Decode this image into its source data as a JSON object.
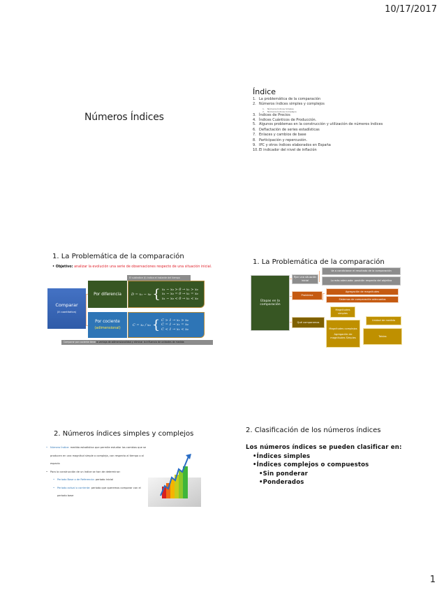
{
  "header": {
    "date": "10/17/2017"
  },
  "footer": {
    "page_number": "1"
  },
  "slide1": {
    "title": "Números Índices"
  },
  "slide2": {
    "title": "Índice",
    "items": [
      {
        "n": "1.",
        "text": "La problemática de la comparación"
      },
      {
        "n": "2.",
        "text": "Números índices simples y complejos"
      },
      {
        "n": "3.",
        "text": "Índices de Precios"
      },
      {
        "n": "4.",
        "text": "Índices Cuánticos de Producción."
      },
      {
        "n": "5.",
        "text": "Algunos problemas en la construcción y utilización de números índices"
      },
      {
        "n": "6.",
        "text": "Deflactación de series estadísticas"
      },
      {
        "n": "7.",
        "text": "Enlaces y cambios de base"
      },
      {
        "n": "8.",
        "text": "Participación y repercusión."
      },
      {
        "n": "9.",
        "text": "IPC y otros índices elaborados en España"
      },
      {
        "n": "10.",
        "text": "El indicador del nivel de inflación"
      }
    ],
    "subitems": [
      {
        "n": "1.",
        "text": "Números Índices Simples"
      },
      {
        "n": "2.",
        "text": "Números Índices Complejos"
      }
    ]
  },
  "slide3": {
    "title": "1. La Problemática de la comparación",
    "objective_label": "• Objetivo: ",
    "objective_text": "analizar la evolución una serie de observaciones respecto de una situación inicial.",
    "note": "El subíndice (t) indica el instante del tiempo",
    "comparar": "Comparar",
    "comparar_sub": "(X cuantitativa)",
    "por_diferencia": "Por diferencia",
    "por_cociente": "Por cociente",
    "adimensional": "(adimensional)",
    "formula_D_lhs": "D = x₁ − x₀",
    "formula_D_cases": [
      "x₁ − x₀ > 0 → x₁ > x₀",
      "x₁ − x₀ = 0 → x₁ = x₀",
      "x₁ − x₀ < 0 → x₁ < x₀"
    ],
    "formula_C_lhs": "C = x₁ / x₀",
    "formula_C_cases": [
      "C > 1 → x₁ > x₀",
      "C = 1 → x₁ = x₀",
      "C < 1 → x₁ < x₀"
    ],
    "footer_grey": "Comparar por cociente tiene",
    "footer_dark": "la ventaja de adimensionalidad y eliminar la influencia de unidades de medida"
  },
  "slide4": {
    "title": "1. La Problemática de la comparación",
    "root": "Etapas en la comparación",
    "fijar": "Fijar una situación inicial",
    "fijar_children": [
      "Va a condicionar el resultado de la comparación",
      "Lo más adecuado: posición respecto del objetivo"
    ],
    "problema": "Problema",
    "problema_children": [
      "Agregación de magnitudes",
      "Sistemas de comparación adecuados"
    ],
    "que_comparamos": "Qué comparamos",
    "magnitudes_simples": "Magnitudes simples",
    "magnitudes_complejas": "Magnitudes complejas",
    "agregacion": "Agregación de magnitudes Simples",
    "unidad": "Unidad de medida",
    "tablas": "Tablas"
  },
  "slide5": {
    "title": "2. Números índices simples y complejos",
    "p1_blue": "Número Índice:",
    "p1_text": " medida estadística que permite estudiar los cambios que se producen en una magnitud simple o compleja, con respecto al tiempo o al espacio",
    "p2": "Para la construcción de un índice se han de determinar:",
    "p3_blue": "Periodo Base o de Referencia:",
    "p3_text": " periodo inicial",
    "p4_blue": "Periodo actual o corriente:",
    "p4_text": " periodo que queremos comparar con el periodo base"
  },
  "slide6": {
    "title": "2. Clasificación de los números índices",
    "intro": "Los números índices se pueden clasificar en:",
    "items": [
      {
        "level": 1,
        "text": "•Índices simples"
      },
      {
        "level": 1,
        "text": "•Índices complejos o compuestos"
      },
      {
        "level": 2,
        "text": "•Sin ponderar"
      },
      {
        "level": 2,
        "text": "•Ponderados"
      }
    ]
  },
  "colors": {
    "dark_green": "#375623",
    "blue": "#2e75b6",
    "orange": "#c55a11",
    "brown": "#7f6000",
    "gold": "#bf9000",
    "grey": "#8c8c8c",
    "red_text": "#e0202a"
  }
}
